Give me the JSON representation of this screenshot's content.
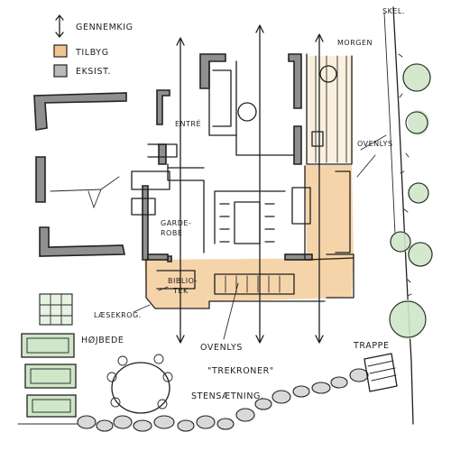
{
  "colors": {
    "addition": "#f3c58e",
    "existing": "#b9b9b9",
    "greenery": "#cfe6c8",
    "ink": "#1e1e1e"
  },
  "legend": {
    "gennemkig": "GENNEMKIG",
    "tilbyg": "TILBYG",
    "eksist": "EKSIST."
  },
  "labels": {
    "skel": "SKEL.",
    "morgen": "MORGEN",
    "ovenlys_top": "OVENLYS",
    "entre": "ENTRÉ",
    "garde": "GARDE-",
    "robe": "ROBE",
    "biblio": "BIBLIO-",
    "tek": "TEK",
    "laesekrog": "LÆSEKROG.",
    "hojbede": "HØJBEDE",
    "ovenlys_bottom": "OVENLYS",
    "trekroner": "\"TREKRONER\"",
    "stensaetning": "STENSÆTNING.",
    "trappe": "TRAPPE"
  }
}
